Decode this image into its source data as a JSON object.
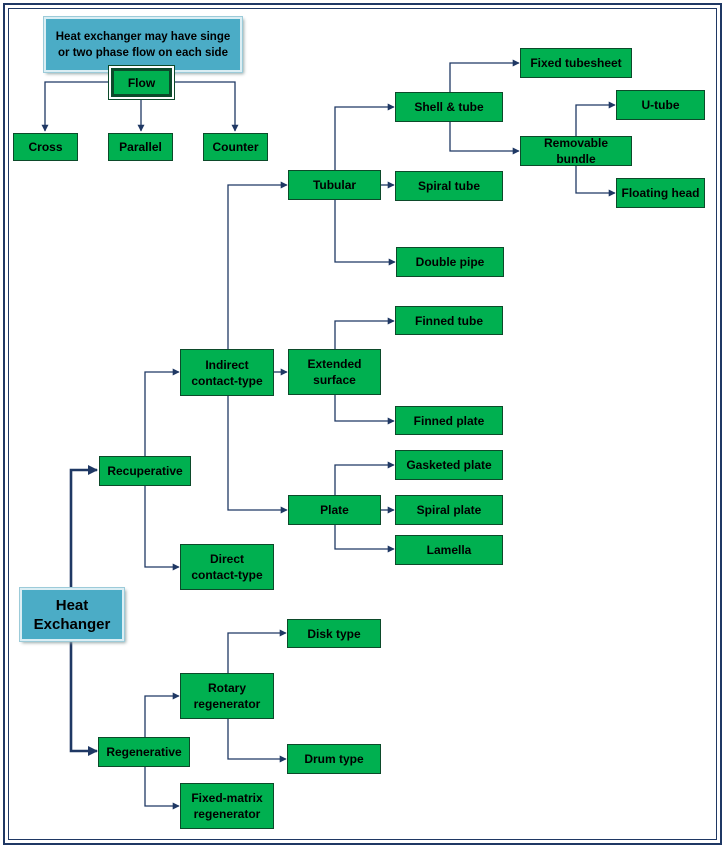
{
  "title_note": "Heat exchanger  may have singe\nor two phase flow on each side",
  "flow": {
    "label": "Flow",
    "types": [
      "Cross",
      "Parallel",
      "Counter"
    ]
  },
  "root": {
    "label": "Heat\nExchanger"
  },
  "recuperative": {
    "label": "Recuperative",
    "indirect": {
      "label": "Indirect\ncontact-type",
      "tubular": {
        "label": "Tubular",
        "shell_tube": {
          "label": "Shell & tube",
          "fixed_tubesheet": "Fixed tubesheet",
          "removable_bundle": {
            "label": "Removable  bundle",
            "u_tube": "U-tube",
            "floating_head": "Floating head"
          }
        },
        "spiral_tube": "Spiral tube",
        "double_pipe": "Double pipe"
      },
      "extended": {
        "label": "Extended\nsurface",
        "finned_tube": "Finned tube",
        "finned_plate": "Finned plate"
      },
      "plate": {
        "label": "Plate",
        "gasketed_plate": "Gasketed plate",
        "spiral_plate": "Spiral plate",
        "lamella": "Lamella"
      }
    },
    "direct": {
      "label": "Direct\ncontact-type"
    }
  },
  "regenerative": {
    "label": "Regenerative",
    "rotary": {
      "label": "Rotary\nregenerator",
      "disk": "Disk type",
      "drum": "Drum type"
    },
    "fixed_matrix": {
      "label": "Fixed-matrix\nregenerator"
    }
  },
  "colors": {
    "node_fill": "#00b050",
    "note_fill": "#4bacc6",
    "connector": "#1f3864"
  }
}
